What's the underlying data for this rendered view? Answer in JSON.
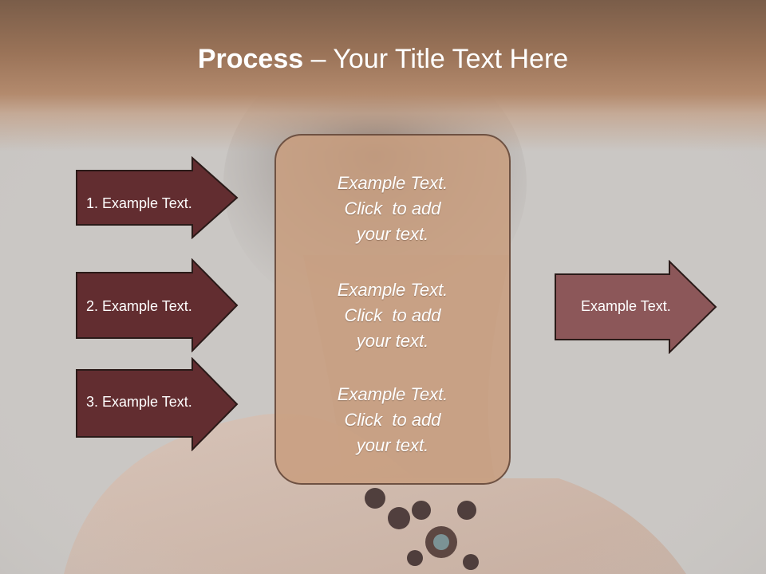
{
  "slide": {
    "title_bold": "Process",
    "title_rest": " – Your Title Text Here"
  },
  "left_arrows": [
    {
      "label": "1. Example Text."
    },
    {
      "label": "2. Example Text."
    },
    {
      "label": "3. Example Text."
    }
  ],
  "center_box": {
    "blocks": [
      {
        "line1": "Example Text.",
        "line2": "Click  to add",
        "line3": "your text."
      },
      {
        "line1": "Example Text.",
        "line2": "Click  to add",
        "line3": "your text."
      },
      {
        "line1": "Example Text.",
        "line2": "Click  to add",
        "line3": "your text."
      }
    ]
  },
  "right_arrow": {
    "label": "Example Text."
  },
  "colors": {
    "left_arrow_fill": "#622d30",
    "right_arrow_fill": "#8c5759",
    "arrow_stroke": "#2a1a18",
    "center_fill": "#c89e80",
    "title_band": "#9a7358"
  }
}
